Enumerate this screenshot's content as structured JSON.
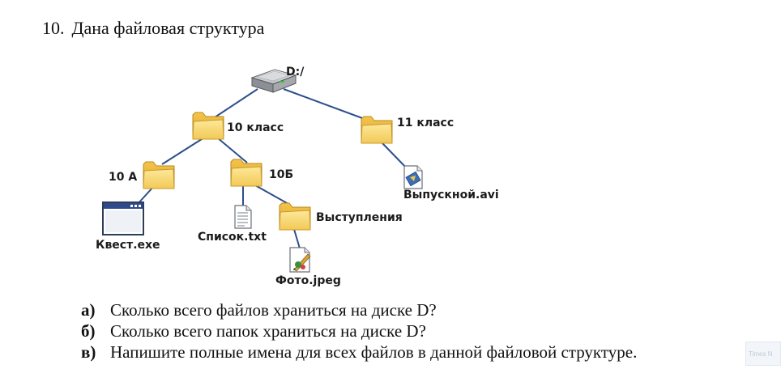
{
  "task": {
    "number": "10.",
    "title": "Дана файловая структура"
  },
  "tree": {
    "root": "D:/",
    "nodes": {
      "grade10": "10 класс",
      "grade11": "11 класс",
      "class10a": "10 А",
      "class10b": "10Б",
      "speeches": "Выступления",
      "quest_exe": "Квест.exe",
      "list_txt": "Список.txt",
      "photo_jpeg": "Фото.jpeg",
      "graduation_avi": "Выпускной.avi"
    },
    "icons": {
      "root": "hard-drive-icon",
      "folder": "folder-icon",
      "exe": "program-window-icon",
      "txt": "text-file-icon",
      "jpeg": "image-file-icon",
      "avi": "video-file-icon"
    },
    "colors": {
      "connector": "#2b4f8c",
      "folder": "#f6d56c"
    }
  },
  "questions": [
    {
      "letter": "а)",
      "text": "Сколько всего файлов храниться на диске D?"
    },
    {
      "letter": "б)",
      "text": "Сколько всего папок храниться на диске D?"
    },
    {
      "letter": "в)",
      "text": "Напишите полные имена для всех файлов в данной файловой структуре."
    }
  ],
  "watermark": "Times N"
}
